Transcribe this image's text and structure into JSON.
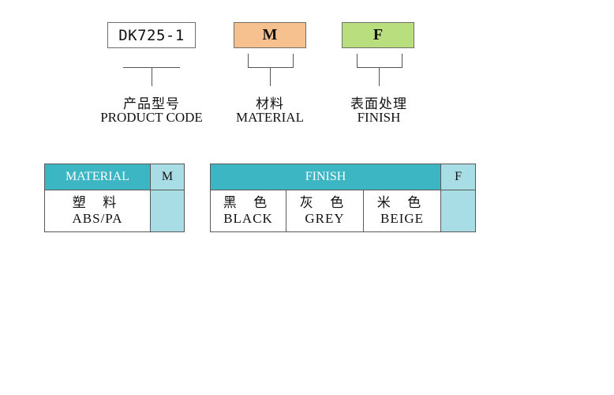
{
  "codes": {
    "product_code": "DK725-1",
    "material_code": "M",
    "finish_code": "F"
  },
  "labels": {
    "product_cn": "产品型号",
    "product_en": "PRODUCT CODE",
    "material_cn": "材料",
    "material_en": "MATERIAL",
    "finish_cn": "表面处理",
    "finish_en": "FINISH"
  },
  "material_table": {
    "header": "MATERIAL",
    "code_header": "M",
    "options": [
      {
        "cn": "塑 料",
        "en": "ABS/PA"
      }
    ]
  },
  "finish_table": {
    "header": "FINISH",
    "code_header": "F",
    "options": [
      {
        "cn": "黑 色",
        "en": "BLACK"
      },
      {
        "cn": "灰 色",
        "en": "GREY"
      },
      {
        "cn": "米 色",
        "en": "BEIGE"
      }
    ]
  },
  "colors": {
    "material_box": "#f7c08f",
    "finish_box": "#b9de7d",
    "table_header": "#3db6c4",
    "table_code_column": "#a9dde6"
  }
}
